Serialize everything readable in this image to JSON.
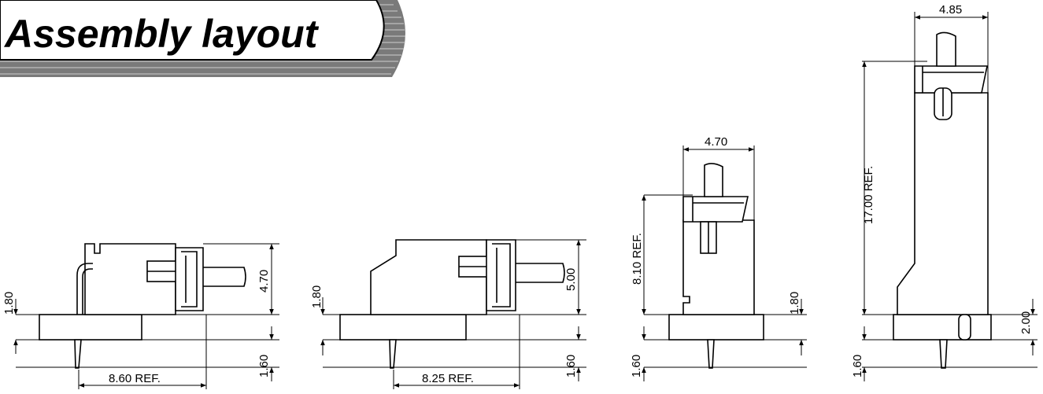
{
  "title": "Assembly layout",
  "views": [
    {
      "id": "view-1",
      "dims": {
        "board": "1.80",
        "height": "4.70",
        "pin": "1.60",
        "ref": "8.60 REF."
      }
    },
    {
      "id": "view-2",
      "dims": {
        "board": "1.80",
        "height": "5.00",
        "pin": "1.60",
        "ref": "8.25 REF."
      }
    },
    {
      "id": "view-3",
      "dims": {
        "width": "4.70",
        "ref": "8.10 REF.",
        "board": "1.80",
        "pin": "1.60"
      }
    },
    {
      "id": "view-4",
      "dims": {
        "width": "4.85",
        "ref": "17.00 REF.",
        "board": "2.00",
        "pin": "1.60"
      }
    }
  ]
}
